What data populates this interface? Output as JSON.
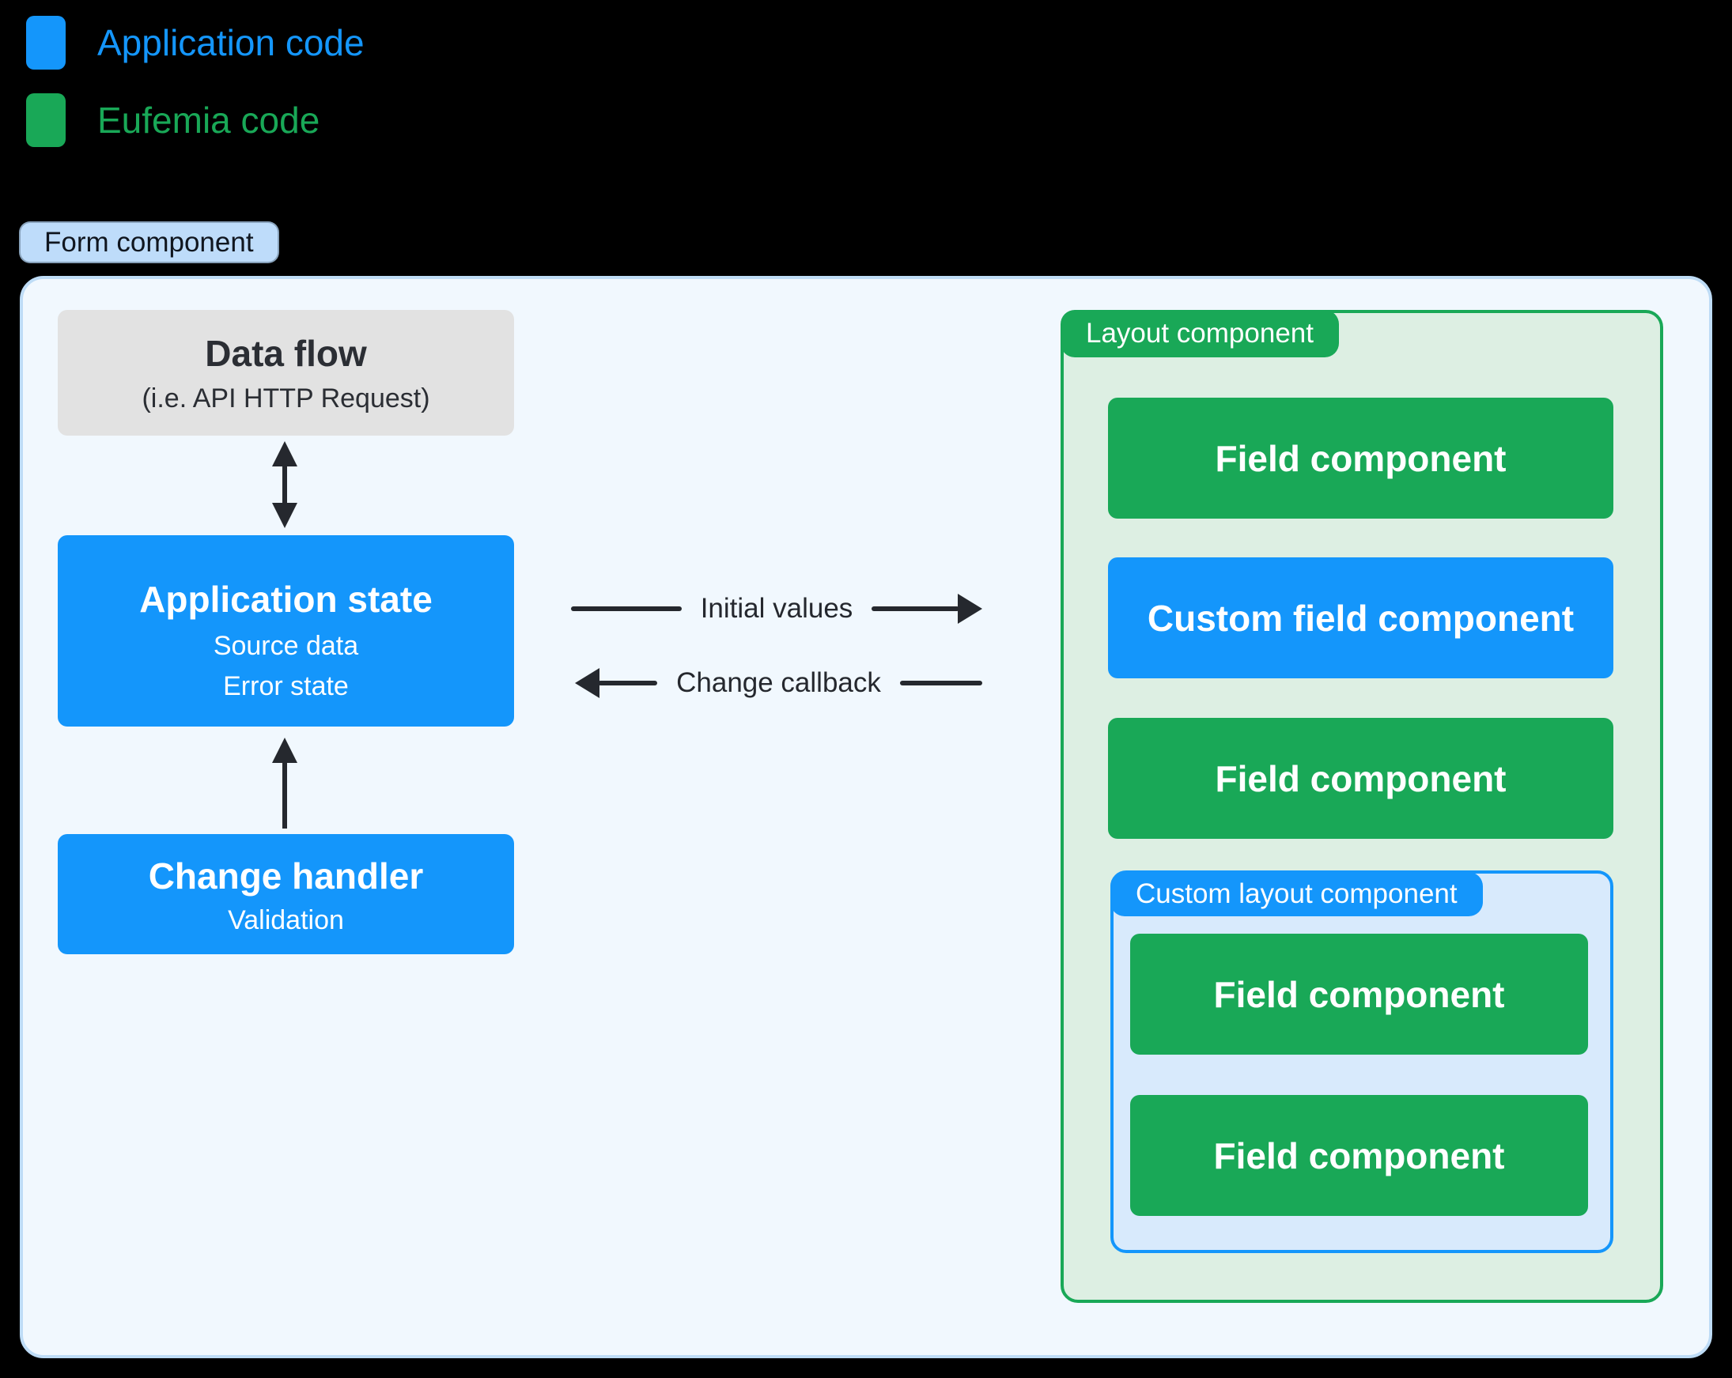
{
  "legend": {
    "items": [
      {
        "label": "Application code",
        "color": "#1496fb"
      },
      {
        "label": "Eufemia code",
        "color": "#19a857"
      }
    ]
  },
  "form": {
    "label": "Form component"
  },
  "left": {
    "data_flow": {
      "title": "Data flow",
      "subtitle": "(i.e. API HTTP Request)"
    },
    "application_state": {
      "title": "Application state",
      "lines": [
        "Source data",
        "Error state"
      ]
    },
    "change_handler": {
      "title": "Change handler",
      "lines": [
        "Validation"
      ]
    }
  },
  "flows": {
    "initial_values": {
      "label": "Initial values",
      "direction": "right"
    },
    "change_callback": {
      "label": "Change callback",
      "direction": "left"
    }
  },
  "layout_component": {
    "label": "Layout component",
    "children": [
      {
        "type": "field",
        "label": "Field component"
      },
      {
        "type": "custom-field",
        "label": "Custom field component"
      },
      {
        "type": "field",
        "label": "Field component"
      }
    ],
    "custom_layout": {
      "label": "Custom layout component",
      "children": [
        {
          "type": "field",
          "label": "Field component"
        },
        {
          "type": "field",
          "label": "Field component"
        }
      ]
    }
  },
  "colors": {
    "blue": "#1496fb",
    "green": "#19a857",
    "light_green": "#ddefe3",
    "light_blue": "#d8eafc",
    "pale_blue": "#bedcfa",
    "surface": "#f1f8fe",
    "surface_border": "#bedcf6",
    "gray": "#e2e2e2",
    "arrow": "#25282e",
    "text_dark": "#2b2e34",
    "form_text": "#10161f",
    "text_light": "#ffffff",
    "background": "#000000"
  }
}
